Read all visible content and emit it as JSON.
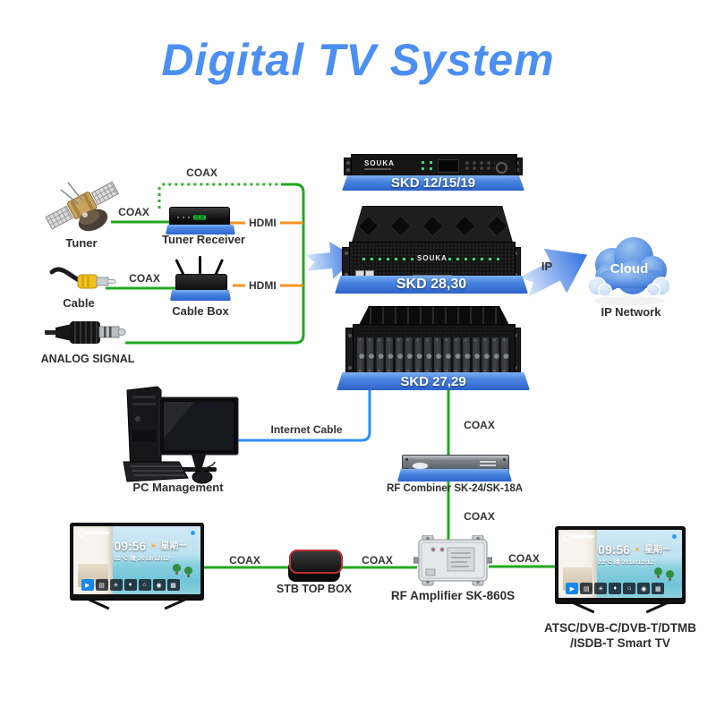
{
  "title": "Digital TV System",
  "colors": {
    "title_blue": "#4b8ff2",
    "coax_green": "#21a821",
    "hdmi_orange": "#f79222",
    "internet_blue": "#2e8ef2",
    "slab_blue": "#3b78dc",
    "cloud_blue": "#4079d8"
  },
  "links": {
    "coax": "COAX",
    "hdmi": "HDMI",
    "internet": "Internet Cable",
    "ip": "IP"
  },
  "sources": {
    "tuner": {
      "label": "Tuner",
      "icon": "satellite-icon"
    },
    "cable": {
      "label": "Cable",
      "icon": "rca-plug-icon"
    },
    "analog": {
      "label": "ANALOG SIGNAL",
      "icon": "audio-jack-icon"
    }
  },
  "middle": {
    "tuner_receiver": {
      "label": "Tuner Receiver"
    },
    "cable_box": {
      "label": "Cable Box"
    }
  },
  "racks": {
    "brand": "SOUKA",
    "skd1": {
      "label": "SKD 12/15/19"
    },
    "skd2": {
      "label": "SKD 28,30"
    },
    "skd3": {
      "label": "SKD 27,29"
    }
  },
  "network": {
    "cloud": "Cloud",
    "caption": "IP Network"
  },
  "pc": {
    "label": "PC Management"
  },
  "combiner": {
    "label": "RF Combiner SK-24/SK-18A"
  },
  "amplifier": {
    "label": "RF Amplifier SK-860S"
  },
  "stb": {
    "label": "STB TOP BOX"
  },
  "tv": {
    "time": "09:56",
    "day": "星期一",
    "sun": "☀",
    "temp_weather": "22°C  晴",
    "date": "2018/12/12",
    "tiles": [
      "▶",
      "▤",
      "☀",
      "♦",
      "⌂",
      "◉",
      "▦"
    ],
    "caption_line1": "ATSC/DVB-C/DVB-T/DTMB",
    "caption_line2": "/ISDB-T Smart TV"
  }
}
